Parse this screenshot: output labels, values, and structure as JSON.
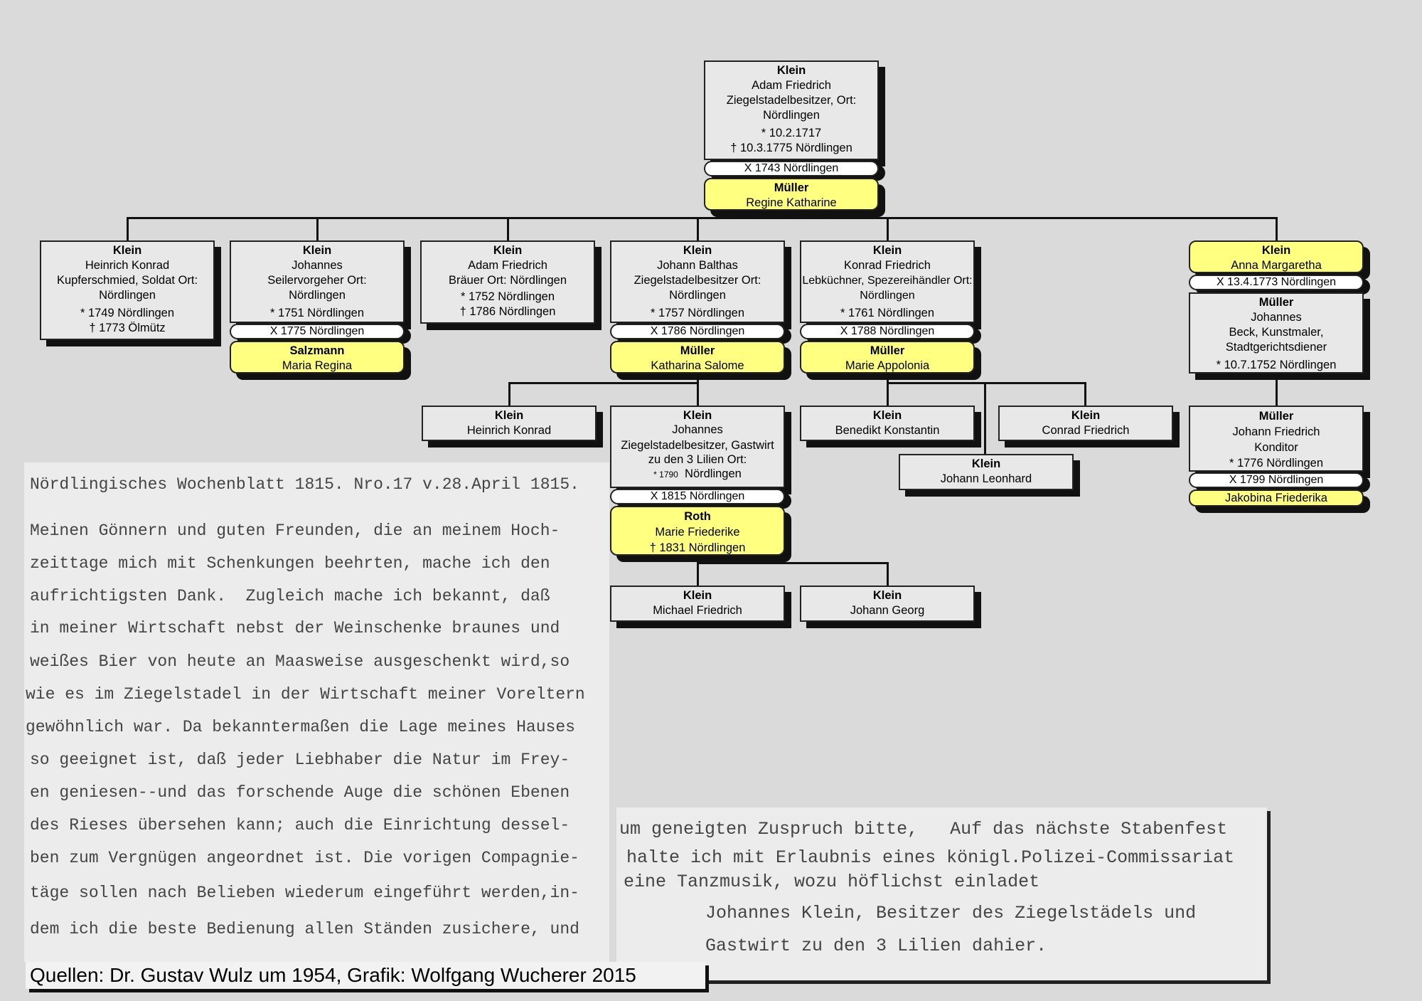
{
  "tree": {
    "root": {
      "surname": "Klein",
      "given": "Adam Friedrich",
      "occupation": "Ziegelstadelbesitzer, Ort: Nördlingen",
      "birth": "* 10.2.1717",
      "death": "† 10.3.1775 Nördlingen",
      "marriage": "X 1743 Nördlingen",
      "spouse": {
        "surname": "Müller",
        "given": "Regine Katharine"
      }
    },
    "children": [
      {
        "surname": "Klein",
        "given": "Heinrich Konrad",
        "occupation": "Kupferschmied, Soldat Ort: Nördlingen",
        "birth": "* 1749 Nördlingen",
        "death": "† 1773 Ölmütz"
      },
      {
        "surname": "Klein",
        "given": "Johannes",
        "occupation": "Seilervorgeher Ort: Nördlingen",
        "birth": "* 1751 Nördlingen",
        "marriage": "X 1775 Nördlingen",
        "spouse": {
          "surname": "Salzmann",
          "given": "Maria Regina"
        }
      },
      {
        "surname": "Klein",
        "given": "Adam Friedrich",
        "occupation": "Bräuer Ort: Nördlingen",
        "birth": "* 1752 Nördlingen",
        "death": "† 1786 Nördlingen"
      },
      {
        "surname": "Klein",
        "given": "Johann Balthas",
        "occupation": "Ziegelstadelbesitzer Ort: Nördlingen",
        "birth": "* 1757 Nördlingen",
        "marriage": "X 1786 Nördlingen",
        "spouse": {
          "surname": "Müller",
          "given": "Katharina Salome"
        }
      },
      {
        "surname": "Klein",
        "given": "Konrad Friedrich",
        "occupation": "Lebküchner, Spezereihändler Ort: Nördlingen",
        "birth": "* 1761 Nördlingen",
        "marriage": "X 1788 Nördlingen",
        "spouse": {
          "surname": "Müller",
          "given": "Marie Appolonia"
        }
      },
      {
        "surname": "Klein",
        "given": "Anna Margaretha",
        "marriage": "X 13.4.1773 Nördlingen",
        "spouse": {
          "surname": "Müller",
          "given": "Johannes",
          "occupation": "Beck, Kunstmaler, Stadtgerichtsdiener",
          "birth": "* 10.7.1752 Nördlingen"
        }
      }
    ],
    "grandchildren": {
      "balthas": [
        {
          "surname": "Klein",
          "given": "Heinrich Konrad"
        },
        {
          "surname": "Klein",
          "given": "Johannes",
          "occupation": "Ziegelstadelbesitzer, Gastwirt zu den 3 Lilien Ort:",
          "birth_mark": "* 1790",
          "birth_place": "Nördlingen",
          "marriage": "X 1815 Nördlingen",
          "spouse": {
            "surname": "Roth",
            "given": "Marie Friederike",
            "death": "† 1831 Nördlingen"
          }
        }
      ],
      "konrad": [
        {
          "surname": "Klein",
          "given": "Benedikt Konstantin"
        },
        {
          "surname": "Klein",
          "given": "Conrad Friedrich"
        },
        {
          "surname": "Klein",
          "given": "Johann Leonhard"
        }
      ],
      "anna": [
        {
          "surname": "Müller",
          "given": "Johann Friedrich",
          "occupation": "Konditor",
          "birth": "* 1776 Nördlingen",
          "marriage": "X 1799 Nördlingen",
          "spouse": {
            "given": "Jakobina Friederika"
          }
        }
      ]
    },
    "great_grandchildren": [
      {
        "surname": "Klein",
        "given": "Michael Friedrich"
      },
      {
        "surname": "Klein",
        "given": "Johann Georg"
      }
    ]
  },
  "document_left": {
    "lines": [
      "Nördlingisches Wochenblatt 1815. Nro.17 v.28.April 1815.",
      "Meinen Gönnern und guten Freunden, die an meinem Hoch-",
      "zeittage mich mit Schenkungen beehrten, mache ich den",
      "aufrichtigsten Dank.  Zugleich mache ich bekannt, daß",
      "in meiner Wirtschaft nebst der Weinschenke braunes und",
      "weißes Bier von heute an Maasweise ausgeschenkt wird,so",
      "wie es im Ziegelstadel in der Wirtschaft meiner Voreltern",
      "gewöhnlich war. Da bekanntermaßen die Lage meines Hauses",
      "so geeignet ist, daß jeder Liebhaber die Natur im Frey-",
      "en geniesen--und das forschende Auge die schönen Ebenen",
      "des Rieses übersehen kann; auch die Einrichtung dessel-",
      "ben zum Vergnügen angeordnet ist. Die vorigen Compagnie-",
      "täge sollen nach Belieben wiederum eingeführt werden,in-",
      "dem ich die beste Bedienung allen Ständen zusichere, und"
    ]
  },
  "document_right": {
    "lines": [
      "um geneigten Zuspruch bitte,   Auf das nächste Stabenfest",
      "halte ich mit Erlaubnis eines königl.Polizei-Commissariat",
      "eine Tanzmusik, wozu höflichst einladet",
      "Johannes Klein, Besitzer des Ziegelstädels und",
      "Gastwirt zu den 3 Lilien dahier."
    ]
  },
  "caption": "Quellen: Dr. Gustav  Wulz um 1954, Grafik: Wolfgang Wucherer 2015"
}
